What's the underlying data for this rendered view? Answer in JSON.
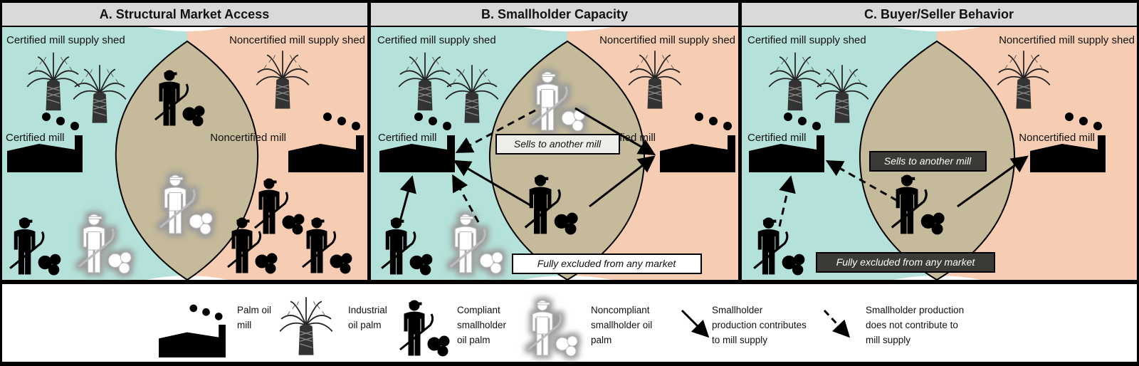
{
  "panels": [
    {
      "title": "A. Structural Market Access",
      "left_region": "Certified mill supply shed",
      "right_region": "Noncertified mill supply shed",
      "left_mill": "Certified mill",
      "right_mill": "Noncertified mill"
    },
    {
      "title": "B. Smallholder Capacity",
      "left_region": "Certified mill supply shed",
      "right_region": "Noncertified mill supply shed",
      "left_mill": "Certified mill",
      "right_mill": "Noncertified mill",
      "box_sells": "Sells to another mill",
      "box_excluded": "Fully excluded from any market"
    },
    {
      "title": "C. Buyer/Seller Behavior",
      "left_region": "Certified mill supply shed",
      "right_region": "Noncertified mill supply shed",
      "left_mill": "Certified mill",
      "right_mill": "Noncertified mill",
      "box_sells": "Sells to another mill",
      "box_excluded": "Fully excluded from any market"
    }
  ],
  "legend": {
    "mill": [
      "Palm oil",
      "mill"
    ],
    "palm": [
      "Industrial",
      "oil palm"
    ],
    "compliant": [
      "Compliant",
      "smallholder",
      "oil palm"
    ],
    "noncompliant": [
      "Noncompliant",
      "smallholder oil",
      "palm"
    ],
    "solid_arrow": [
      "Smallholder",
      "production contributes",
      "to mill supply"
    ],
    "dashed_arrow": [
      "Smallholder production",
      "does not contribute to",
      "mill supply"
    ]
  },
  "colors": {
    "certified": "#b4e1d9",
    "noncertified": "#f6ccb2",
    "overlap": "#c5ba99",
    "header": "#d9d9d9"
  }
}
